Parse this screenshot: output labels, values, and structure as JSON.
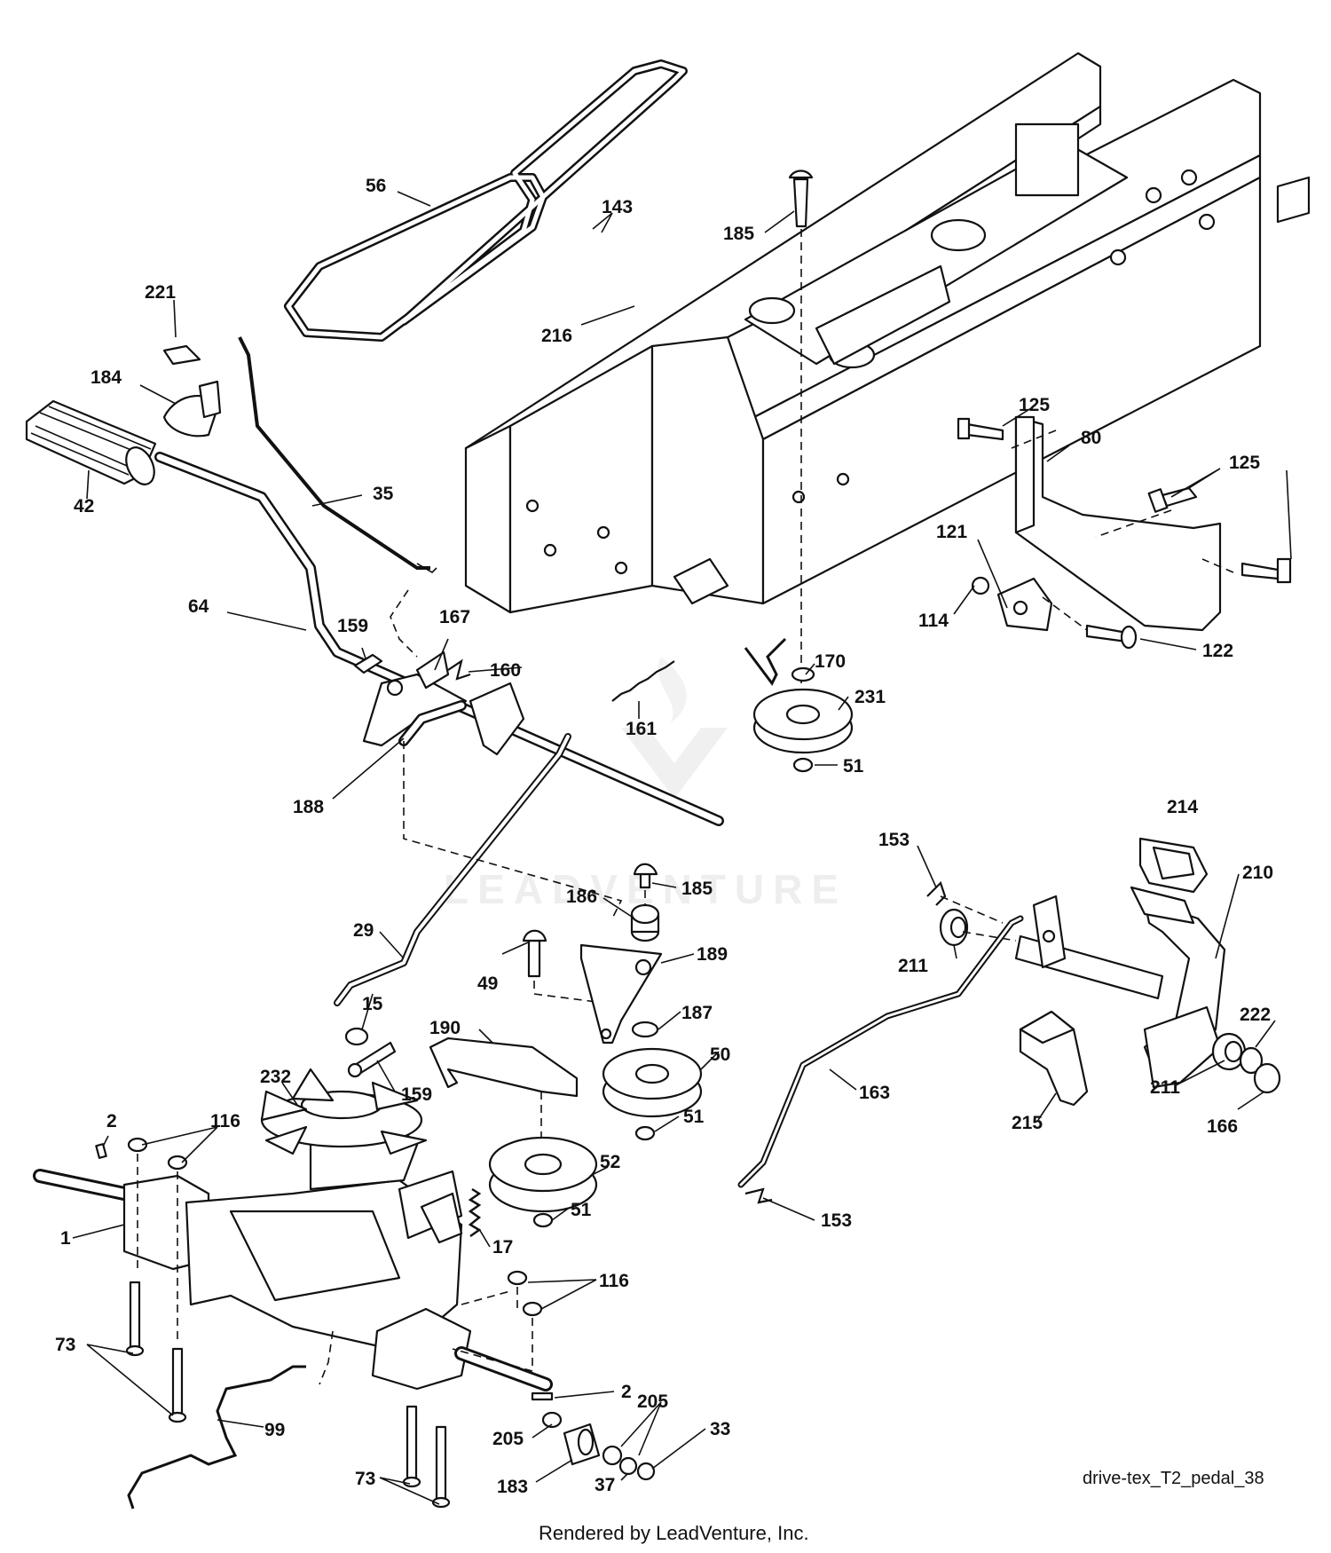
{
  "diagram": {
    "drawing_code": "drive-tex_T2_pedal_38",
    "watermark": "LEADVENTURE",
    "footer": "Rendered by LeadVenture, Inc."
  },
  "callouts": [
    {
      "id": "c56",
      "label": "56"
    },
    {
      "id": "c143",
      "label": "143"
    },
    {
      "id": "c185a",
      "label": "185"
    },
    {
      "id": "c221",
      "label": "221"
    },
    {
      "id": "c216",
      "label": "216"
    },
    {
      "id": "c184",
      "label": "184"
    },
    {
      "id": "c42",
      "label": "42"
    },
    {
      "id": "c35",
      "label": "35"
    },
    {
      "id": "c125a",
      "label": "125"
    },
    {
      "id": "c80",
      "label": "80"
    },
    {
      "id": "c125b",
      "label": "125"
    },
    {
      "id": "c121",
      "label": "121"
    },
    {
      "id": "c114",
      "label": "114"
    },
    {
      "id": "c122",
      "label": "122"
    },
    {
      "id": "c64",
      "label": "64"
    },
    {
      "id": "c159a",
      "label": "159"
    },
    {
      "id": "c167",
      "label": "167"
    },
    {
      "id": "c160",
      "label": "160"
    },
    {
      "id": "c170",
      "label": "170"
    },
    {
      "id": "c231",
      "label": "231"
    },
    {
      "id": "c161",
      "label": "161"
    },
    {
      "id": "c51a",
      "label": "51"
    },
    {
      "id": "c188",
      "label": "188"
    },
    {
      "id": "c214",
      "label": "214"
    },
    {
      "id": "c153a",
      "label": "153"
    },
    {
      "id": "c210",
      "label": "210"
    },
    {
      "id": "c185b",
      "label": "185"
    },
    {
      "id": "c186",
      "label": "186"
    },
    {
      "id": "c211a",
      "label": "211"
    },
    {
      "id": "c29",
      "label": "29"
    },
    {
      "id": "c189",
      "label": "189"
    },
    {
      "id": "c49",
      "label": "49"
    },
    {
      "id": "c15",
      "label": "15"
    },
    {
      "id": "c187",
      "label": "187"
    },
    {
      "id": "c222",
      "label": "222"
    },
    {
      "id": "c190",
      "label": "190"
    },
    {
      "id": "c50",
      "label": "50"
    },
    {
      "id": "c232",
      "label": "232"
    },
    {
      "id": "c159b",
      "label": "159"
    },
    {
      "id": "c211b",
      "label": "211"
    },
    {
      "id": "c163",
      "label": "163"
    },
    {
      "id": "c51b",
      "label": "51"
    },
    {
      "id": "c166",
      "label": "166"
    },
    {
      "id": "c215",
      "label": "215"
    },
    {
      "id": "c2a",
      "label": "2"
    },
    {
      "id": "c116a",
      "label": "116"
    },
    {
      "id": "c52",
      "label": "52"
    },
    {
      "id": "c1",
      "label": "1"
    },
    {
      "id": "c51c",
      "label": "51"
    },
    {
      "id": "c153b",
      "label": "153"
    },
    {
      "id": "c17",
      "label": "17"
    },
    {
      "id": "c116b",
      "label": "116"
    },
    {
      "id": "c73a",
      "label": "73"
    },
    {
      "id": "c2b",
      "label": "2"
    },
    {
      "id": "c205a",
      "label": "205"
    },
    {
      "id": "c99",
      "label": "99"
    },
    {
      "id": "c205b",
      "label": "205"
    },
    {
      "id": "c33",
      "label": "33"
    },
    {
      "id": "c37",
      "label": "37"
    },
    {
      "id": "c183",
      "label": "183"
    },
    {
      "id": "c73b",
      "label": "73"
    }
  ]
}
